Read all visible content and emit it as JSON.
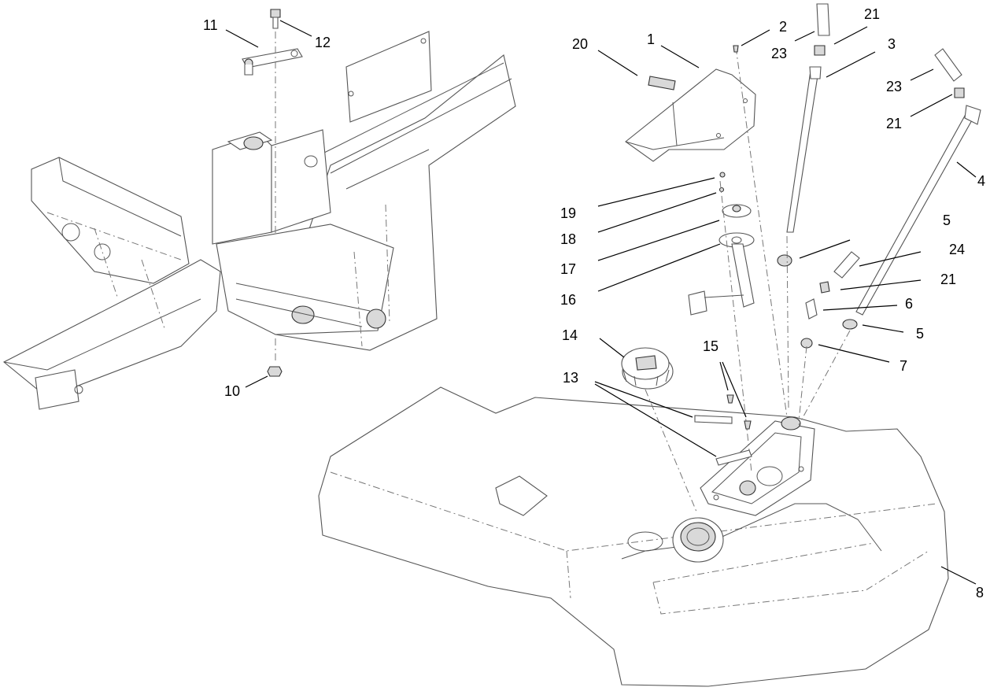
{
  "callouts": [
    {
      "key": "c11",
      "label": "11"
    },
    {
      "key": "c12",
      "label": "12"
    },
    {
      "key": "c10",
      "label": "10"
    },
    {
      "key": "c20",
      "label": "20"
    },
    {
      "key": "c1",
      "label": "1"
    },
    {
      "key": "c2",
      "label": "2"
    },
    {
      "key": "c23a",
      "label": "23"
    },
    {
      "key": "c21a",
      "label": "21"
    },
    {
      "key": "c3",
      "label": "3"
    },
    {
      "key": "c23b",
      "label": "23"
    },
    {
      "key": "c21b",
      "label": "21"
    },
    {
      "key": "c4",
      "label": "4"
    },
    {
      "key": "c19",
      "label": "19"
    },
    {
      "key": "c18",
      "label": "18"
    },
    {
      "key": "c17",
      "label": "17"
    },
    {
      "key": "c16",
      "label": "16"
    },
    {
      "key": "c5a",
      "label": "5"
    },
    {
      "key": "c24",
      "label": "24"
    },
    {
      "key": "c21c",
      "label": "21"
    },
    {
      "key": "c6",
      "label": "6"
    },
    {
      "key": "c5b",
      "label": "5"
    },
    {
      "key": "c7",
      "label": "7"
    },
    {
      "key": "c14",
      "label": "14"
    },
    {
      "key": "c15",
      "label": "15"
    },
    {
      "key": "c13",
      "label": "13"
    },
    {
      "key": "c8",
      "label": "8"
    }
  ],
  "parts": {
    "frame": "frame-weldment",
    "tank": "fuel-tank",
    "cap": "fuel-cap",
    "shield": "tank-shield"
  }
}
